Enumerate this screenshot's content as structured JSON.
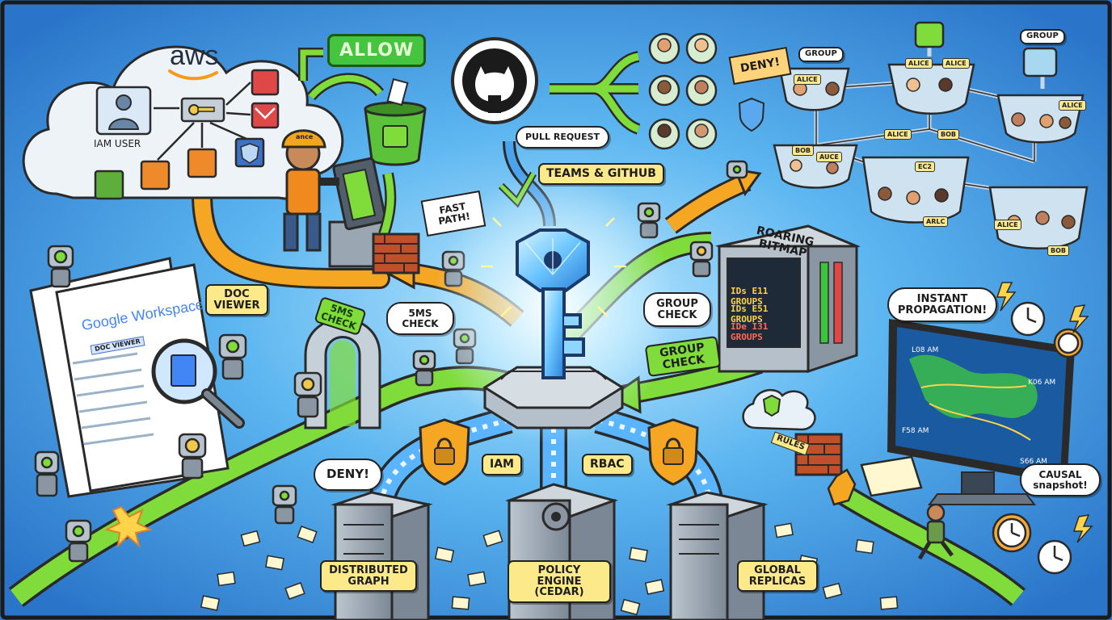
{
  "labels": {
    "aws_logo": "aws",
    "iam_user": "IAM USER",
    "allow": "ALLOW",
    "pull_request": "PULL REQUEST",
    "teams_github": "TEAMS & GITHUB",
    "deny_top": "DENY!",
    "group_1": "GROUP",
    "group_2": "GROUP",
    "fast_path": "FAST PATH!",
    "roaring_bitmap": "ROARING BITMAP",
    "bitmap_rows": [
      "IDs E11 GROUPS",
      "IDs E51 GROUPS",
      "IDe I31 GROUPS"
    ],
    "google_workspace_logo": "Google Workspace",
    "doc_viewer_tab": "DOC VIEWER",
    "doc_viewer_callout": "DOC VIEWER",
    "five_ms_check_arch": "5ms CHECK",
    "five_ms_check_bubble": "5ms CHECK",
    "group_check_bubble": "GROUP CHECK",
    "group_check_arrow": "GROUP CHECK",
    "instant_propagation": "INSTANT PROPAGATION!",
    "clock_times": [
      "L08 AM",
      "K06 AM",
      "F58 AM",
      "S66 AM"
    ],
    "causal_snapshot": "CAUSAL snapshot!",
    "rules": "RULES",
    "iam": "IAM",
    "rbac": "RBAC",
    "deny_bottom": "DENY!",
    "distributed_graph": "DISTRIBUTED GRAPH",
    "policy_engine": "POLICY ENGINE (CEDAR)",
    "global_replicas": "GLOBAL REPLICAS",
    "helmet_text": "ance"
  },
  "name_tags": [
    "ALICE",
    "ALICE",
    "ALICE",
    "ALICE",
    "ALICE",
    "BOB",
    "BOB",
    "AUCE",
    "EC2",
    "ARLC",
    "ALICE",
    "BOB"
  ],
  "colors": {
    "background": "#3a8ed8",
    "cloud": "#eef3f7",
    "label_yellow": "#fbe98a",
    "allow_green": "#45c43f",
    "conveyor_green": "#7fdc3a",
    "conveyor_orange": "#f5a623",
    "stream_blue": "#5ab4ff",
    "key_blue": "#8fd6ff",
    "bitmap_text": "#ffd34a",
    "brick": "#c0502a"
  }
}
